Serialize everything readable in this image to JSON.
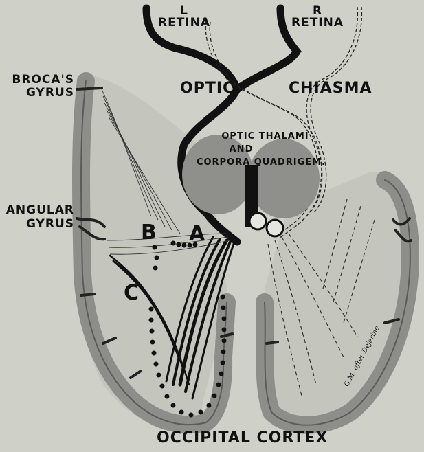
{
  "labels": {
    "left_retina": [
      "L",
      "RETINA"
    ],
    "right_retina": [
      "R",
      "RETINA"
    ],
    "brocas_gyrus": [
      "BROCA'S",
      "GYRUS"
    ],
    "angular_gyrus": [
      "ANGULAR",
      "GYRUS"
    ],
    "optic": "OPTIC",
    "chiasma": "CHIASMA",
    "optic_thalami": [
      "OPTIC THALAMI",
      "AND",
      "CORPORA QUADRIGEM."
    ],
    "occipital_cortex": "OCCIPITAL CORTEX",
    "point_a": "A",
    "point_b": "B",
    "point_c": "C",
    "credit": "G.M. after Dejerine"
  },
  "colors": {
    "background": "#cfd0c7",
    "cortex_gray": "#8a8a86",
    "white_matter": "#bdbeb6",
    "ink": "#111111"
  }
}
